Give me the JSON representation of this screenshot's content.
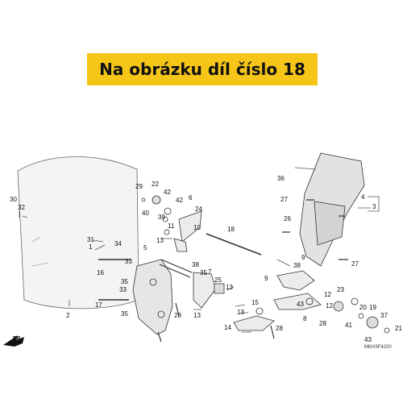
{
  "banner": {
    "text": "Na obrázku díl číslo 18"
  },
  "diagram": {
    "direction_label": "FR.",
    "drawing_code": "MKH3F4200",
    "callouts": [
      "30",
      "32",
      "2",
      "31",
      "34",
      "1",
      "16",
      "17",
      "33",
      "35",
      "33",
      "35",
      "29",
      "22",
      "42",
      "40",
      "39",
      "42",
      "11",
      "6",
      "24",
      "10",
      "13",
      "18",
      "5",
      "36",
      "35",
      "38",
      "25",
      "13",
      "7",
      "28",
      "13",
      "4",
      "3",
      "26",
      "27",
      "27",
      "9",
      "38",
      "9",
      "8",
      "28",
      "14",
      "13",
      "15",
      "43",
      "23",
      "12",
      "43",
      "20",
      "19",
      "21",
      "37",
      "41",
      "28",
      "12"
    ]
  }
}
